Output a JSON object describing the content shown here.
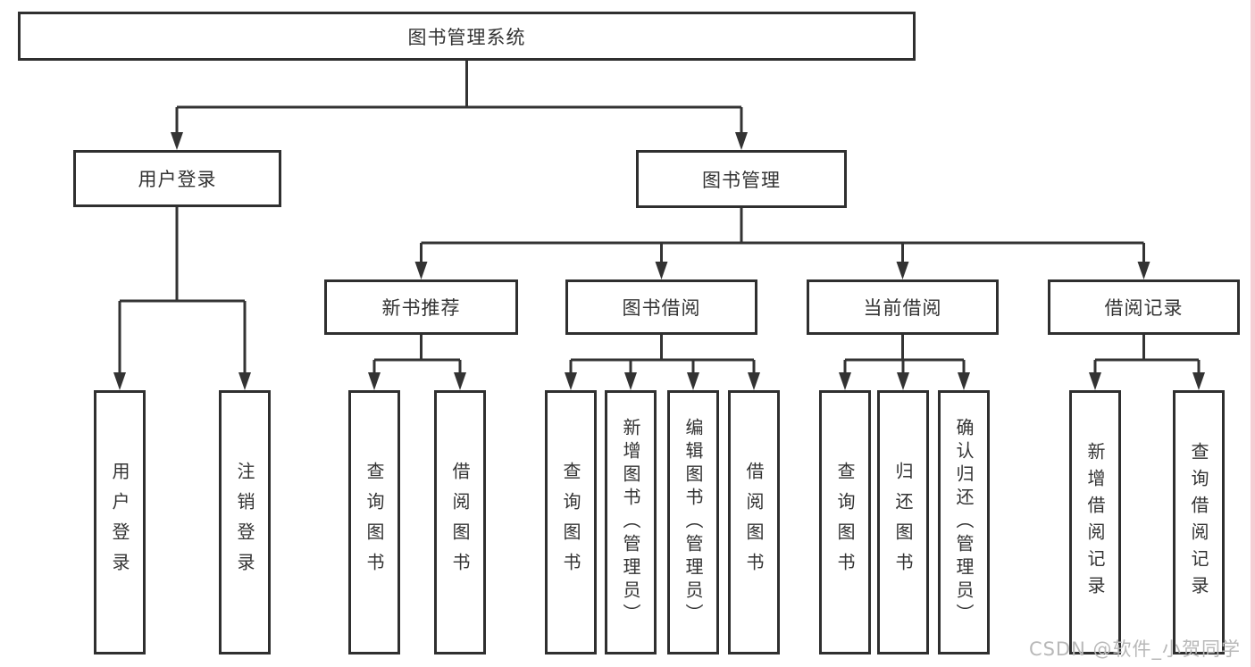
{
  "tree": {
    "root": "图书管理系统",
    "branches": [
      {
        "label": "用户登录",
        "children": [
          "用户登录",
          "注销登录"
        ]
      },
      {
        "label": "图书管理",
        "groups": [
          {
            "label": "新书推荐",
            "children": [
              "查询图书",
              "借阅图书"
            ]
          },
          {
            "label": "图书借阅",
            "children": [
              "查询图书",
              "新增图书（管理员）",
              "编辑图书（管理员）",
              "借阅图书"
            ]
          },
          {
            "label": "当前借阅",
            "children": [
              "查询图书",
              "归还图书",
              "确认归还（管理员）"
            ]
          },
          {
            "label": "借阅记录",
            "children": [
              "新增借阅记录",
              "查询借阅记录"
            ]
          }
        ]
      }
    ]
  },
  "watermark": "CSDN @软件_小贺同学",
  "colors": {
    "line": "#333333",
    "box_border": "#2f2f2f",
    "text": "#333333",
    "watermark_text": "#b8b8b8",
    "right_edge_strip": "#f6ccd3"
  }
}
